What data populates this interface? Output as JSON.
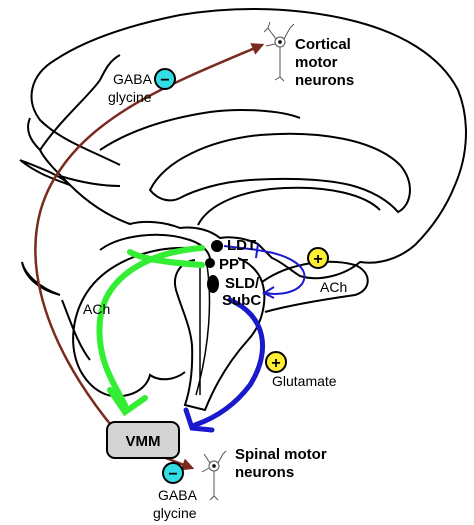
{
  "labels": {
    "cortical_line1": "Cortical",
    "cortical_line2": "motor",
    "cortical_line3": "neurons",
    "gaba_top_line1": "GABA",
    "gaba_top_line2": "glycine",
    "ldt": "LDT",
    "ppt": "PPT",
    "sld_line1": "SLD/",
    "sld_line2": "SubC",
    "ach_right": "ACh",
    "ach_left": "ACh",
    "glutamate": "Glutamate",
    "vmm": "VMM",
    "spinal_line1": "Spinal motor",
    "spinal_line2": "neurons",
    "gaba_bottom_line1": "GABA",
    "gaba_bottom_line2": "glycine"
  },
  "signs": {
    "minus": "−",
    "plus": "+"
  },
  "colors": {
    "inhibitory_arrow": "#7a2a1e",
    "ach_pathway": "#33ee33",
    "glutamate_pathway": "#1a1acc",
    "minus_badge": "#33dde6",
    "plus_badge": "#ffee33",
    "vmm_box": "#d4d4d4"
  },
  "icons": {
    "neuron": "neuron-icon",
    "minus": "minus-icon",
    "plus": "plus-icon"
  }
}
